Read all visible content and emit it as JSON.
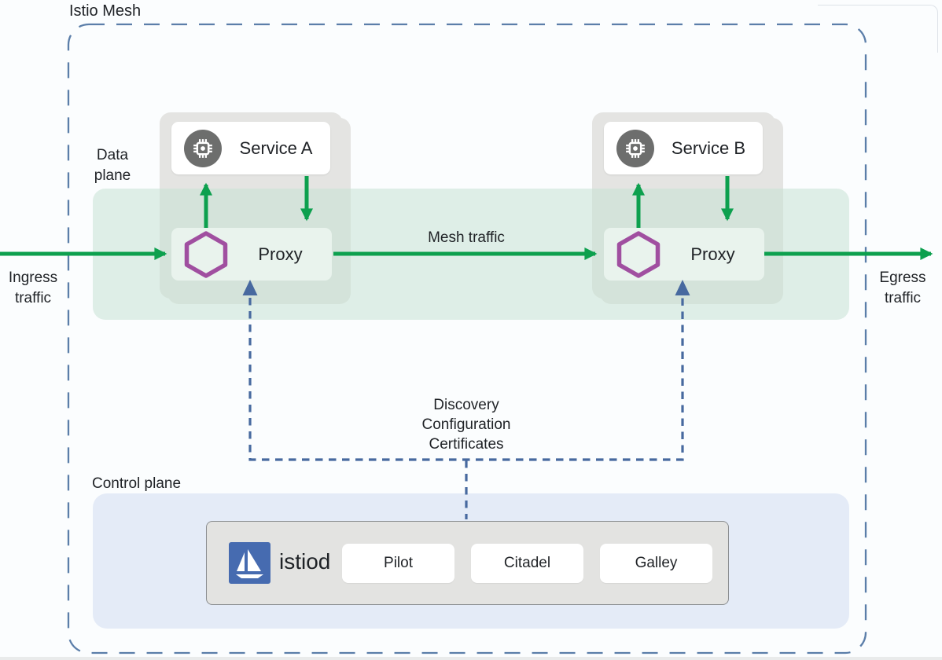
{
  "diagram_title": "Istio Mesh",
  "planes": {
    "data_plane_label": "Data\nplane",
    "data_plane_line1": "Data",
    "data_plane_line2": "plane",
    "control_plane_label": "Control plane"
  },
  "traffic": {
    "ingress_line1": "Ingress",
    "ingress_line2": "traffic",
    "egress_line1": "Egress",
    "egress_line2": "traffic",
    "mesh_label": "Mesh traffic"
  },
  "config_flow": {
    "line1": "Discovery",
    "line2": "Configuration",
    "line3": "Certificates"
  },
  "groups": [
    {
      "service": "Service A",
      "proxy": "Proxy"
    },
    {
      "service": "Service B",
      "proxy": "Proxy"
    }
  ],
  "control_plane": {
    "daemon": "istiod",
    "components": [
      "Pilot",
      "Citadel",
      "Galley"
    ]
  },
  "icons": {
    "service": "chip-icon",
    "proxy": "hexagon-icon",
    "istiod": "istio-sail-icon"
  },
  "colors": {
    "mesh_border": "#5b7ea9",
    "config_line": "#47699f",
    "traffic_green": "#0da04e",
    "proxy_purple": "#a04fa0",
    "istio_blue": "#466bb0",
    "mesh_band": "#ddeee6",
    "control_plane_fill": "#e4ebf7",
    "group_card": "#e4e4e2",
    "istiod_box": "#e3e3e1"
  }
}
